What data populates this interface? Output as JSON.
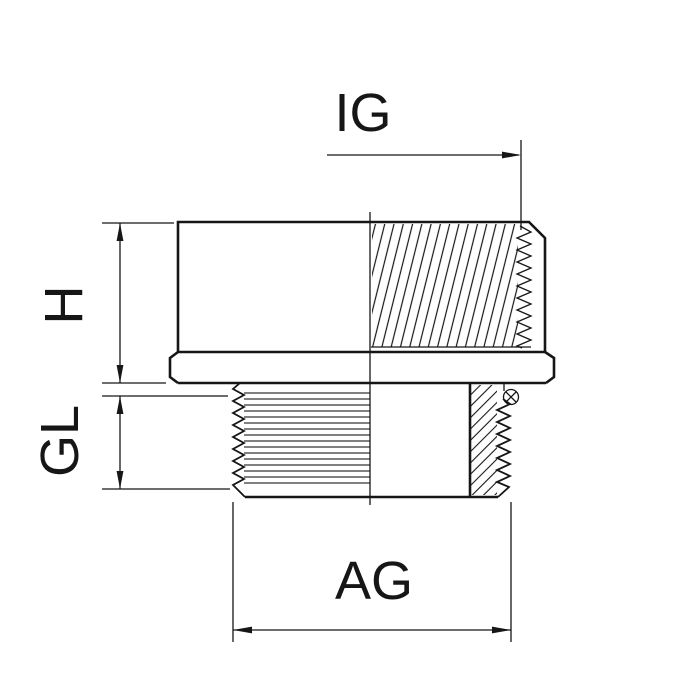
{
  "drawing": {
    "labels": {
      "ig": "IG",
      "h": "H",
      "gl": "GL",
      "ag": "AG"
    },
    "colors": {
      "line": "#161616",
      "background": "#ffffff"
    }
  }
}
